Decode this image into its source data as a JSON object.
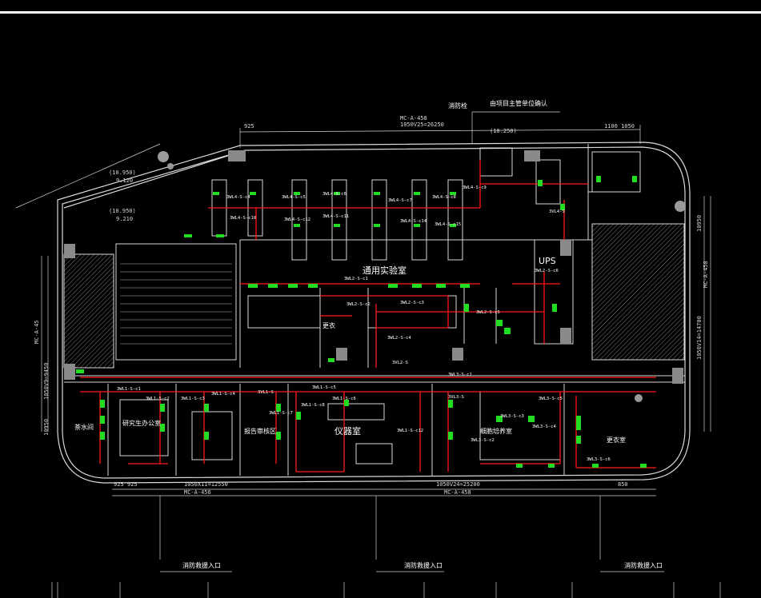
{
  "colors": {
    "background": "#000000",
    "wall": "#d9d9d9",
    "circuit": "#ff1a1a",
    "device": "#22dd22",
    "text": "#ffffff"
  },
  "rooms": {
    "general_lab": "通用实验室",
    "ups": "UPS",
    "instrument_room": "仪器室",
    "grad_office": "研究生办公室",
    "report_review": "报告审核区",
    "tea_room": "茶水间",
    "cell_culture": "细胞培养室",
    "changing_1": "更衣",
    "changing_2": "更衣室"
  },
  "tags": {
    "t1": "3WL4-S-c4",
    "t2": "3WL4-S-c5",
    "t3": "3WL4-S-c6",
    "t4": "3WL4-S-c7",
    "t5": "3WL4-S-c8",
    "t6": "3WL4-S-c9",
    "t7": "3WL4-S-c10",
    "t8": "3WL4-S-c12",
    "t9": "3WL4-S-c11",
    "t10": "3WL4-S-c14",
    "t11": "3WL4-S-c15",
    "t12": "3VL4-S",
    "t13": "3WL2-S-c1",
    "t14": "3WL2-S-c2",
    "t15": "3WL2-S-c3",
    "t16": "3WL2-S-c4",
    "t17": "3WL2-S-c5",
    "t18": "3WL2-S-c6",
    "t19": "3VL2-S",
    "t20": "3WL3-S-c1",
    "t21": "3WL3-S-c2",
    "t22": "3WL3-S-c3",
    "t23": "3WL3-S-c4",
    "t24": "3WL3-S-c5",
    "t25": "3WL3-S-c6",
    "t26": "3WL1-S-c1",
    "t27": "3WL1-S-c2",
    "t28": "3WL1-S-c3",
    "t29": "3WL1-S-c4",
    "t30": "3WL1-S-c5",
    "t31": "3WL1-S-c6",
    "t32": "3WL1-S-c7",
    "t33": "3WL1-S-c8",
    "t34": "3WL1-S-c12",
    "t35": "3VL1-S",
    "t36": "3VL3-S"
  },
  "dimensions": {
    "top_total": "1050V25=26250",
    "top_left": "925",
    "top_right": "1100 1050",
    "bottom_left": "1050X11=12550",
    "bottom_right": "1050V24=25200",
    "bottom_l1": "925 925",
    "bottom_r1": "850",
    "top_axis": "MC-A-458",
    "bottom_axis_left": "MC-A-456",
    "bottom_axis_right": "MC-A-458",
    "left_axis": "MC-A-45",
    "left_dim": "1050V9=9450",
    "left_dim2": "10950",
    "right_axis": "MC-A-458",
    "right_dim": "1050V14=14700",
    "right_dim2": "10950",
    "elev1": "(10.950)",
    "elev2": "9.120",
    "elev3": "(10.950)",
    "elev4": "9.210"
  },
  "notes": {
    "fire_entry_1": "消防救援入口",
    "fire_entry_2": "消防救援入口",
    "fire_entry_3": "消防救援入口",
    "top_note": "由项目主管单位确认",
    "top_note2": "消防栓",
    "top_dim_mid": "(10.250)"
  }
}
